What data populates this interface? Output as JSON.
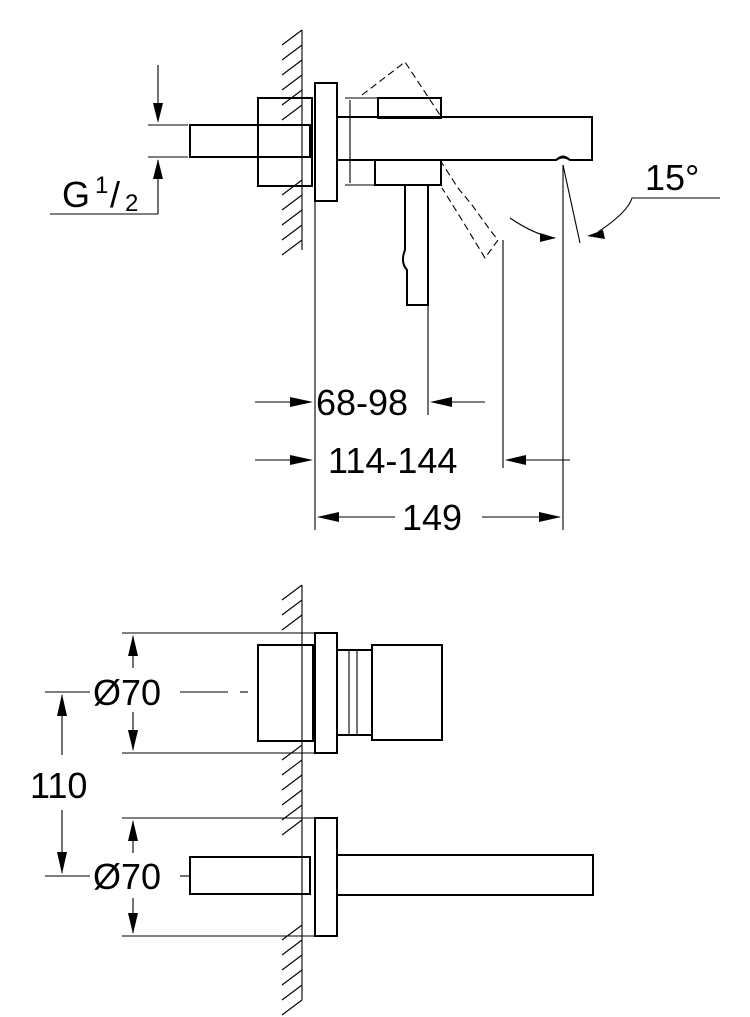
{
  "dimensions": {
    "thread": {
      "prefix": "G",
      "numerator": "1",
      "slash": "/",
      "denominator": "2"
    },
    "angle": "15°",
    "spout_range_short": "68-98",
    "spout_range_long": "114-144",
    "spout_length": "149",
    "rosette_diameter_top": "Ø70",
    "rosette_diameter_bottom": "Ø70",
    "centre_distance": "110"
  }
}
